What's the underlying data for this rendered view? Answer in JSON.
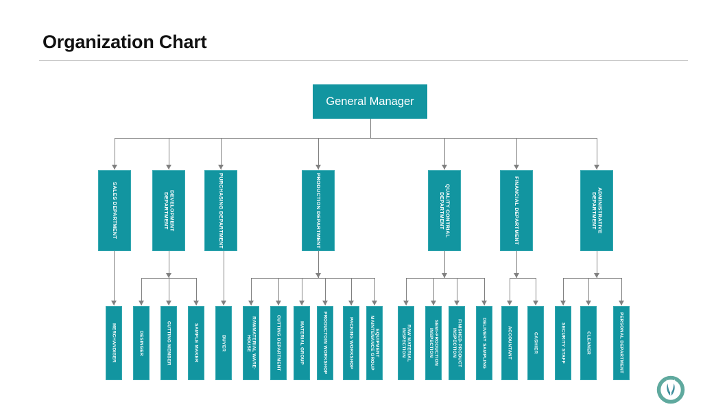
{
  "header": {
    "title": "Organization Chart"
  },
  "chart_data": {
    "type": "diagram",
    "title": "Organization Chart",
    "orientation": "top-down",
    "accent_color": "#1295a0",
    "connector_color": "#808080",
    "levels": 3,
    "root": {
      "id": "general-manager",
      "label": "General Manager"
    },
    "departments": [
      {
        "id": "sales-department",
        "label": "SALES DEPARTMENT",
        "children": [
          {
            "id": "merchandiser",
            "label": "MERCHANDISER"
          }
        ]
      },
      {
        "id": "development-department",
        "label": "DEVELOPMENT DEPARTMENT",
        "children": [
          {
            "id": "desinger",
            "label": "DESINGER"
          },
          {
            "id": "cutting-member",
            "label": "CUTTING MEMBER"
          },
          {
            "id": "sample-maker",
            "label": "SAMPLE MAKER"
          }
        ]
      },
      {
        "id": "purchasing-department",
        "label": "PURCHASING DEPARTMENT",
        "children": [
          {
            "id": "buyer",
            "label": "BUYER"
          }
        ]
      },
      {
        "id": "production-department",
        "label": "PRODUCTION DEPARTMENT",
        "children": [
          {
            "id": "rawmaterial-warehouse",
            "label": "RAWMATERIAL WARE-\nHOUSE"
          },
          {
            "id": "cutting-department",
            "label": "CUTTING DEPARTMENT"
          },
          {
            "id": "material-group",
            "label": "MATERIAL GROUP"
          },
          {
            "id": "productoin-workshop",
            "label": "PRODUCTOIN WORKSHOP"
          },
          {
            "id": "packing-workshop",
            "label": "PACKING WORKSHOP"
          },
          {
            "id": "equipment-maintenance-group",
            "label": "EQUIPMENT\nMAINTENANCE GROUP"
          }
        ]
      },
      {
        "id": "quality-contrial-department",
        "label": "QUALITY CONTRIAL\nDEPARTMENT",
        "children": [
          {
            "id": "raw-material-inspection",
            "label": "RAW MATERIAL\nINSPECTION"
          },
          {
            "id": "semi-production-inspection",
            "label": "SEMI-PRODUCTION\nINSPECTION"
          },
          {
            "id": "finished-product-inspection",
            "label": "FINISHED-PRODUCT\nINSPECTION"
          },
          {
            "id": "delivery-sampling",
            "label": "DELIVERY SAMPLING"
          }
        ]
      },
      {
        "id": "financial-department",
        "label": "FINANCIAL DEPARTMENT",
        "children": [
          {
            "id": "accountant",
            "label": "ACCOUNTANT"
          },
          {
            "id": "cashier",
            "label": "CASHIER"
          }
        ]
      },
      {
        "id": "administrative-department",
        "label": "ADMINISTRATIVE\nDEPARTMENT",
        "children": [
          {
            "id": "security-staff",
            "label": "SECURITY STAFF"
          },
          {
            "id": "cleaner",
            "label": "CLEANER"
          },
          {
            "id": "personal-department",
            "label": "PERSONAL DEPARTMENT"
          }
        ]
      }
    ]
  },
  "logo": {
    "name": "company-logo",
    "outer_color": "#5fa99e",
    "inner_color": "#3f8e9c"
  }
}
